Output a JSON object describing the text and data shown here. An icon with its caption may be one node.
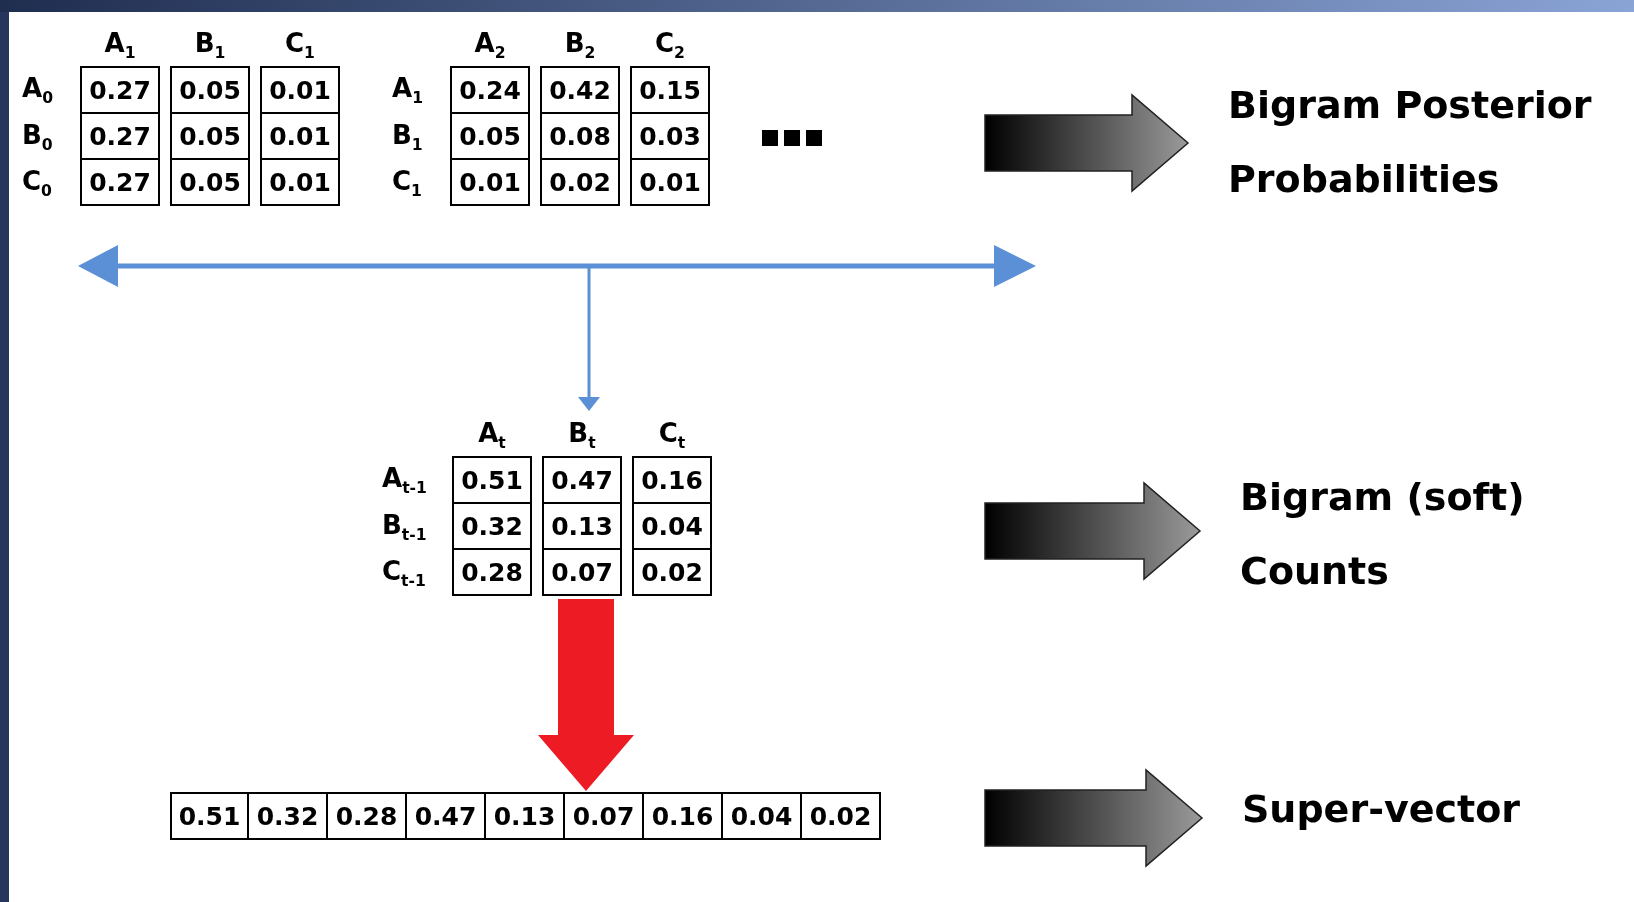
{
  "diagram": {
    "nodes": [
      {
        "text": [
          "A$_{1}$",
          "B$_{1}$",
          "C$_{1}$",
          "A$_{0}$",
          "0.27",
          "0.05",
          "0.01",
          "B$_{0}$",
          "0.27",
          "0.05",
          "0.01",
          "C$_{0}$",
          "0.27",
          "0.05",
          "0.01"
        ]
      },
      {
        "text": [
          "A$_{2}$",
          "B$_{2}$",
          "C$_{2}$",
          "A$_{1}$",
          "0.24",
          "0.42",
          "0.15",
          "B$_{1}$",
          "0.05",
          "0.08",
          "0.03",
          "C$_{1}$",
          "0.01",
          "0.02",
          "0.01"
        ]
      },
      {
        "text": [
          "Bigram Posterior Probabilities"
        ]
      },
      {
        "text": [
          "A$_{t}$",
          "B$_{t}$",
          "C$_{t}$",
          "A$_{t-1}$",
          "0.51",
          "0.47",
          "0.16",
          "B$_{t-1}$",
          "0.32",
          "0.13",
          "0.04",
          "C$_{t-1}$",
          "0.28",
          "0.07",
          "0.02"
        ]
      },
      {
        "text": [
          "Bigram (soft) Counts"
        ]
      },
      {
        "text": [
          "0.51",
          "0.32",
          "0.28",
          "0.47",
          "0.13",
          "0.07",
          "0.16",
          "0.04",
          "0.02"
        ]
      },
      {
        "text": [
          "Super-vector"
        ]
      }
    ],
    "edges": [
      {
        "from": null,
        "to": 2,
        "arrow": "to",
        "style": "thick"
      },
      {
        "from": null,
        "to": 3,
        "arrow": "to",
        "color": "#5b8fd6"
      },
      {
        "from": null,
        "to": 4,
        "arrow": "to",
        "style": "thick"
      },
      {
        "from": 3,
        "to": 5,
        "arrow": "to",
        "style": "thick",
        "color": "#ed1c24"
      },
      {
        "from": null,
        "to": 6,
        "arrow": "to",
        "style": "thick"
      }
    ]
  }
}
